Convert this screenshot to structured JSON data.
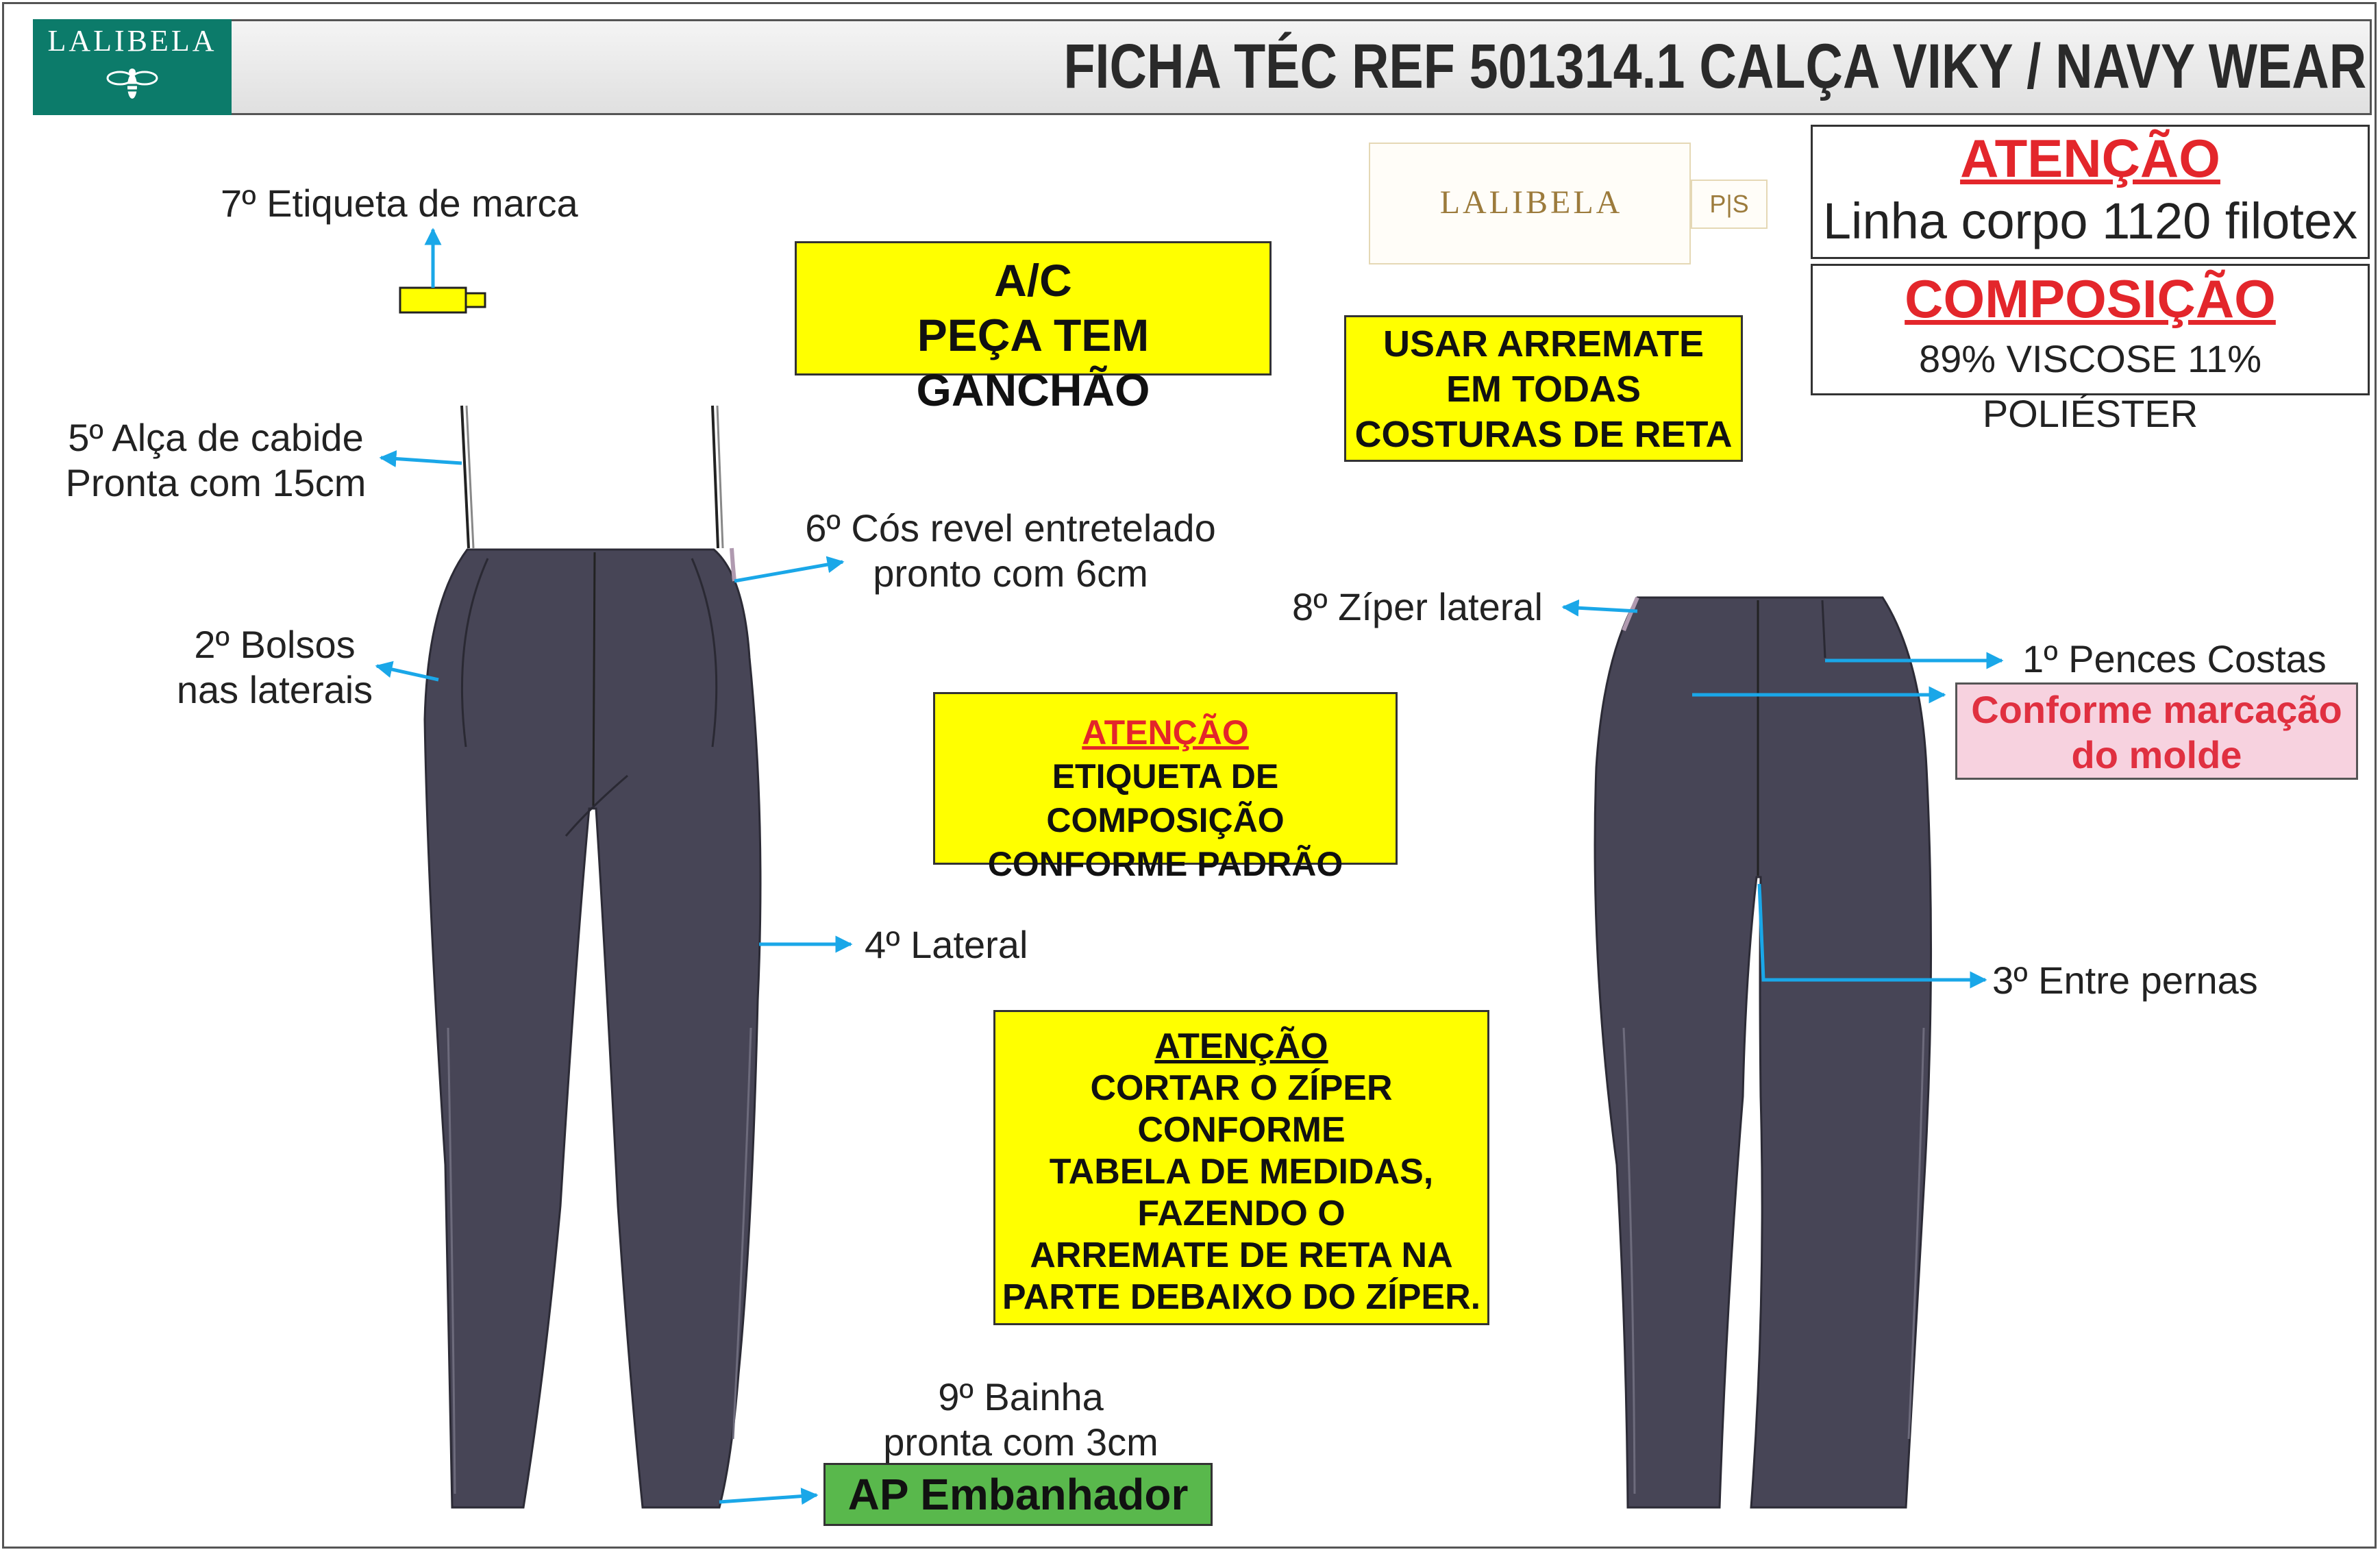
{
  "header": {
    "logo_text": "LALIBELA",
    "title": "FICHA TÉC REF 501314.1 CALÇA VIKY / NAVY WEAR"
  },
  "brand_tag": {
    "text": "LALIBELA",
    "size_text": "P|S"
  },
  "info_boxes": {
    "attention_title": "ATENÇÃO",
    "thread_text": "Linha corpo 1120 filotex",
    "composition_title": "COMPOSIÇÃO",
    "composition_text": "89% VISCOSE 11% POLIÉSTER"
  },
  "callouts": {
    "etiqueta_marca": "7º Etiqueta de marca",
    "alca_line1": "5º Alça de cabide",
    "alca_line2": "Pronta com 15cm",
    "cos_line1": "6º Cós revel entretelado",
    "cos_line2": "pronto com 6cm",
    "bolsos_line1": "2º Bolsos",
    "bolsos_line2": "nas laterais",
    "lateral": "4º Lateral",
    "bainha_line1": "9º Bainha",
    "bainha_line2": "pronta com 3cm",
    "ziper_lateral": "8º Zíper lateral",
    "pences": "1º Pences Costas",
    "entre_pernas": "3º Entre pernas"
  },
  "notes": {
    "ac_line1": "A/C",
    "ac_line2": "PEÇA TEM GANCHÃO",
    "arremate_line1": "USAR ARREMATE",
    "arremate_line2": "EM TODAS",
    "arremate_line3": "COSTURAS DE RETA",
    "etiqueta_title": "ATENÇÃO",
    "etiqueta_line1": "ETIQUETA DE COMPOSIÇÃO",
    "etiqueta_line2": "CONFORME PADRÃO",
    "ziper_title": "ATENÇÃO",
    "ziper_lines": [
      "CORTAR O ZÍPER",
      "CONFORME",
      "TABELA DE MEDIDAS,",
      "FAZENDO O",
      "ARREMATE DE RETA NA",
      "PARTE DEBAIXO DO ZÍPER."
    ],
    "molde_line1": "Conforme marcação",
    "molde_line2": "do molde",
    "embanhador": "AP Embanhador"
  },
  "colors": {
    "logo_bg": "#0c7b6a",
    "note_yellow": "#ffff00",
    "alert_red": "#e3262b",
    "arrow_blue": "#1aa7e8",
    "garment": "#474556",
    "pink_box": "#f7d2df",
    "green_box": "#59b84c"
  }
}
